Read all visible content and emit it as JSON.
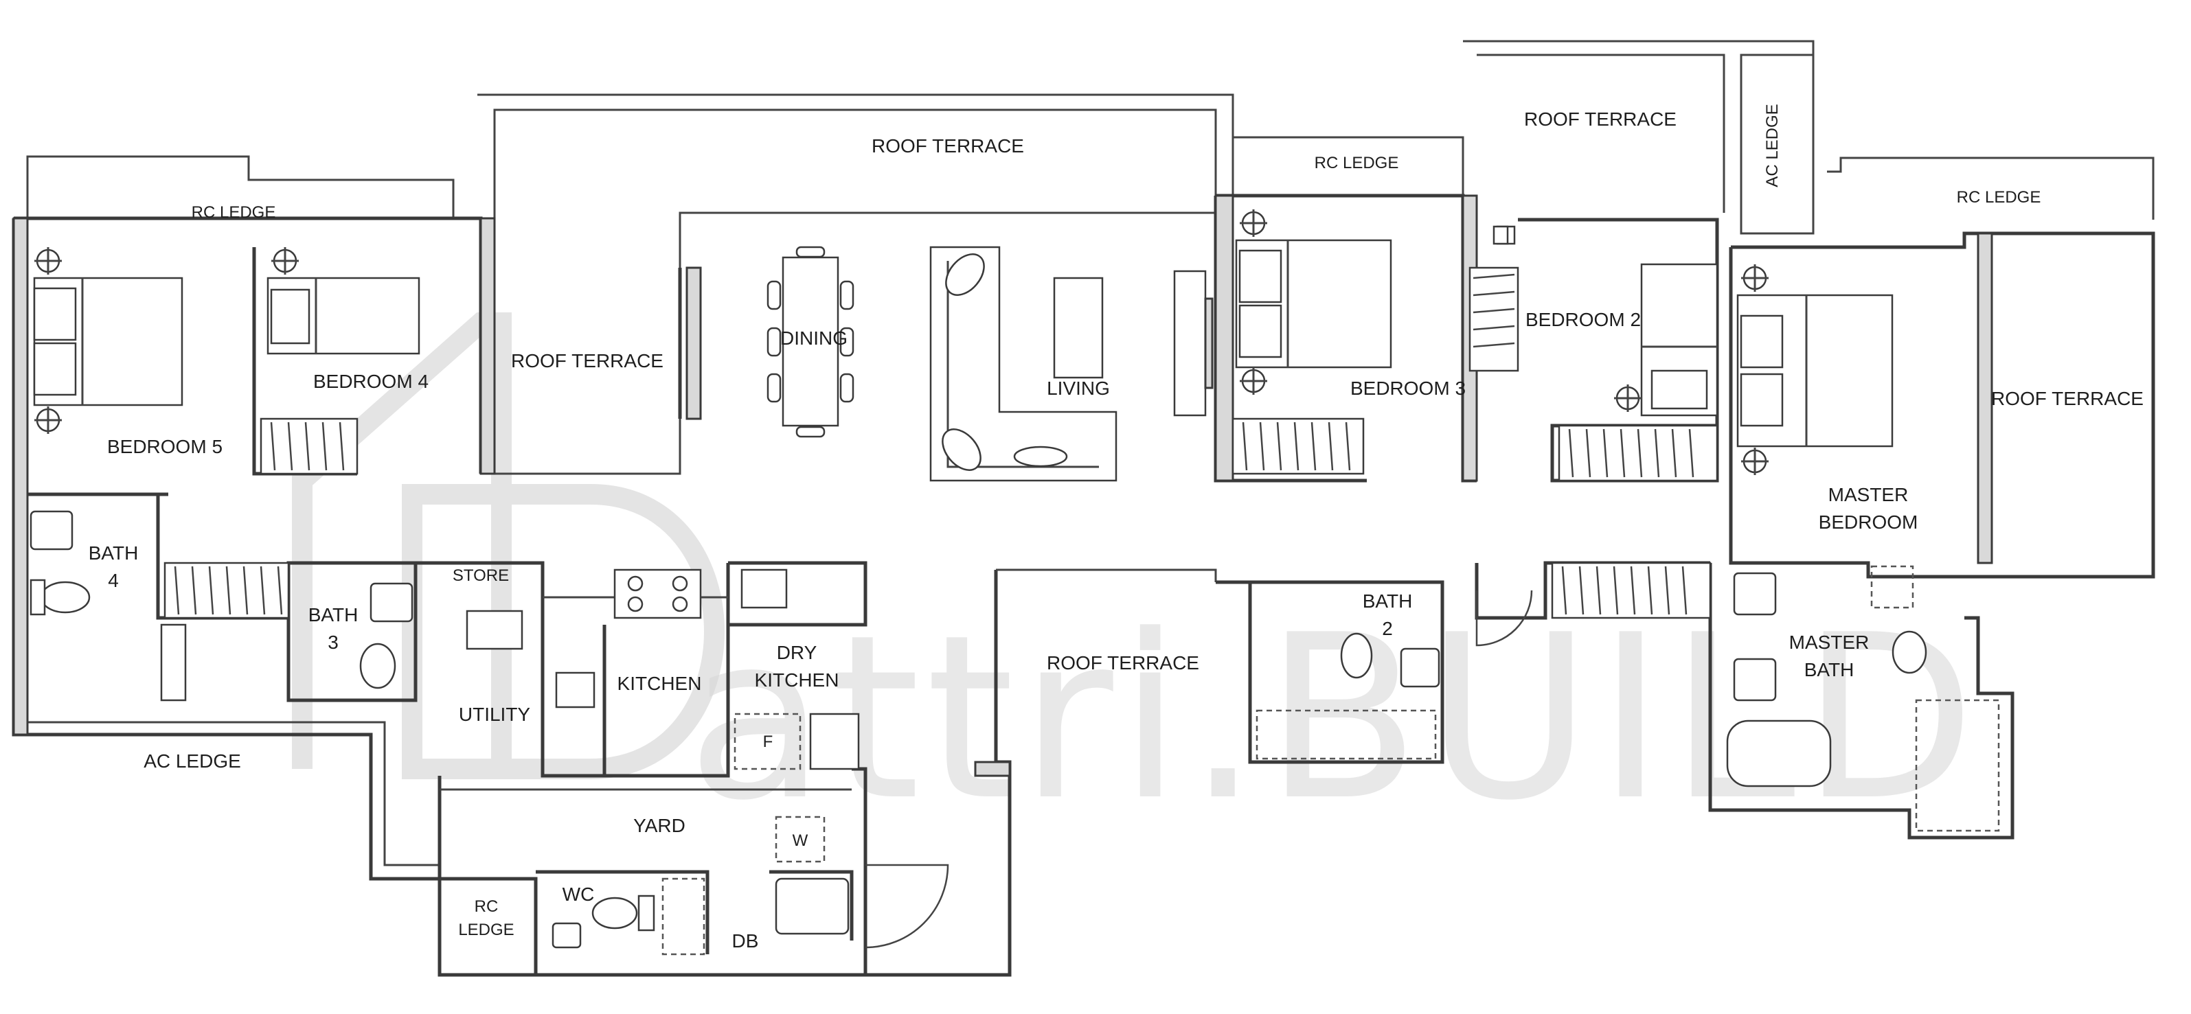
{
  "rooms": {
    "rc_ledge_left": "RC LEDGE",
    "bedroom_5": "BEDROOM 5",
    "bedroom_4": "BEDROOM 4",
    "roof_terrace_left": "ROOF TERRACE",
    "roof_terrace_top": "ROOF TERRACE",
    "dining": "DINING",
    "living": "LIVING",
    "rc_ledge_mid": "RC LEDGE",
    "bedroom_3": "BEDROOM 3",
    "roof_terrace_upper_right": "ROOF TERRACE",
    "ac_ledge_vertical": "AC LEDGE",
    "bedroom_2": "BEDROOM 2",
    "rc_ledge_right": "RC LEDGE",
    "roof_terrace_right": "ROOF TERRACE",
    "master_bedroom_line1": "MASTER",
    "master_bedroom_line2": "BEDROOM",
    "bath_4_line1": "BATH",
    "bath_4_line2": "4",
    "bath_3_line1": "BATH",
    "bath_3_line2": "3",
    "store": "STORE",
    "utility": "UTILITY",
    "kitchen": "KITCHEN",
    "dry_kitchen_line1": "DRY",
    "dry_kitchen_line2": "KITCHEN",
    "fridge": "F",
    "roof_terrace_center": "ROOF TERRACE",
    "bath_2_line1": "BATH",
    "bath_2_line2": "2",
    "master_bath_line1": "MASTER",
    "master_bath_line2": "BATH",
    "ac_ledge_bottom": "AC LEDGE",
    "yard": "YARD",
    "washer": "W",
    "rc_ledge_bottom_line1": "RC",
    "rc_ledge_bottom_line2": "LEDGE",
    "wc": "WC",
    "db": "DB"
  },
  "watermark": {
    "text": "attri.BUILD"
  }
}
